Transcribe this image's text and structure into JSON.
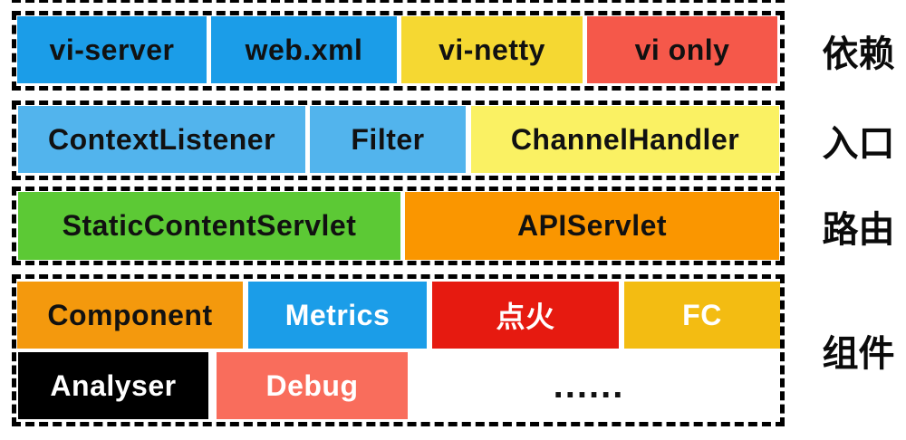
{
  "colors": {
    "blue": "#1B9DE8",
    "light_blue": "#52B4ED",
    "yellow": "#F5D832",
    "light_yellow": "#FAF163",
    "red_salmon": "#F5584A",
    "green": "#5CC935",
    "orange": "#FA9600",
    "orange_component": "#F4990D",
    "bright_red": "#E61A10",
    "gold": "#F3BC12",
    "black": "#000000",
    "salmon": "#F96D5C",
    "text_dark": "#111111",
    "text_light": "#ffffff",
    "border": "#000000",
    "background": "#ffffff"
  },
  "rows": [
    {
      "label": "依赖",
      "blocks": [
        {
          "text": "vi-server",
          "bg": "#1B9DE8",
          "fg": "#111111"
        },
        {
          "text": "web.xml",
          "bg": "#1B9DE8",
          "fg": "#111111"
        },
        {
          "text": "vi-netty",
          "bg": "#F5D832",
          "fg": "#111111"
        },
        {
          "text": "vi only",
          "bg": "#F5584A",
          "fg": "#111111"
        }
      ]
    },
    {
      "label": "入口",
      "blocks": [
        {
          "text": "ContextListener",
          "bg": "#52B4ED",
          "fg": "#111111"
        },
        {
          "text": "Filter",
          "bg": "#52B4ED",
          "fg": "#111111"
        },
        {
          "text": "ChannelHandler",
          "bg": "#FAF163",
          "fg": "#111111"
        }
      ]
    },
    {
      "label": "路由",
      "blocks": [
        {
          "text": "StaticContentServlet",
          "bg": "#5CC935",
          "fg": "#111111"
        },
        {
          "text": "APIServlet",
          "bg": "#FA9600",
          "fg": "#111111"
        }
      ]
    },
    {
      "label": "组件",
      "blocks": [
        {
          "text": "Component",
          "bg": "#F4990D",
          "fg": "#111111"
        },
        {
          "text": "Metrics",
          "bg": "#1B9DE8",
          "fg": "#ffffff"
        },
        {
          "text": "点火",
          "bg": "#E61A10",
          "fg": "#ffffff"
        },
        {
          "text": "FC",
          "bg": "#F3BC12",
          "fg": "#ffffff"
        },
        {
          "text": "Analyser",
          "bg": "#000000",
          "fg": "#ffffff"
        },
        {
          "text": "Debug",
          "bg": "#F96D5C",
          "fg": "#ffffff"
        },
        {
          "text": "......",
          "bg": "transparent",
          "fg": "#111111"
        }
      ]
    }
  ]
}
